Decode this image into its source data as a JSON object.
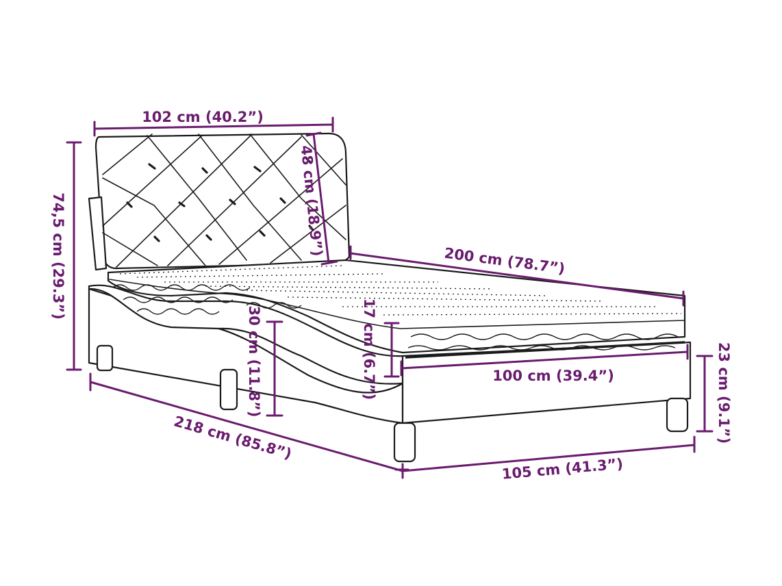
{
  "accent_color": "#6a1b6e",
  "line_color": "#1a1a1a",
  "dimensions": {
    "headboard_width": "102 cm (40.2”)",
    "headboard_height": "48 cm (18.9”)",
    "total_height": "74,5 cm (29.3”)",
    "mattress_length": "200 cm (78.7”)",
    "frame_height": "30 cm (11.8”)",
    "mattress_thickness": "17 cm (6.7”)",
    "mattress_width": "100 cm (39.4”)",
    "leg_height": "23 cm (9.1”)",
    "total_length": "218 cm (85.8”)",
    "total_width": "105 cm (41.3”)"
  }
}
